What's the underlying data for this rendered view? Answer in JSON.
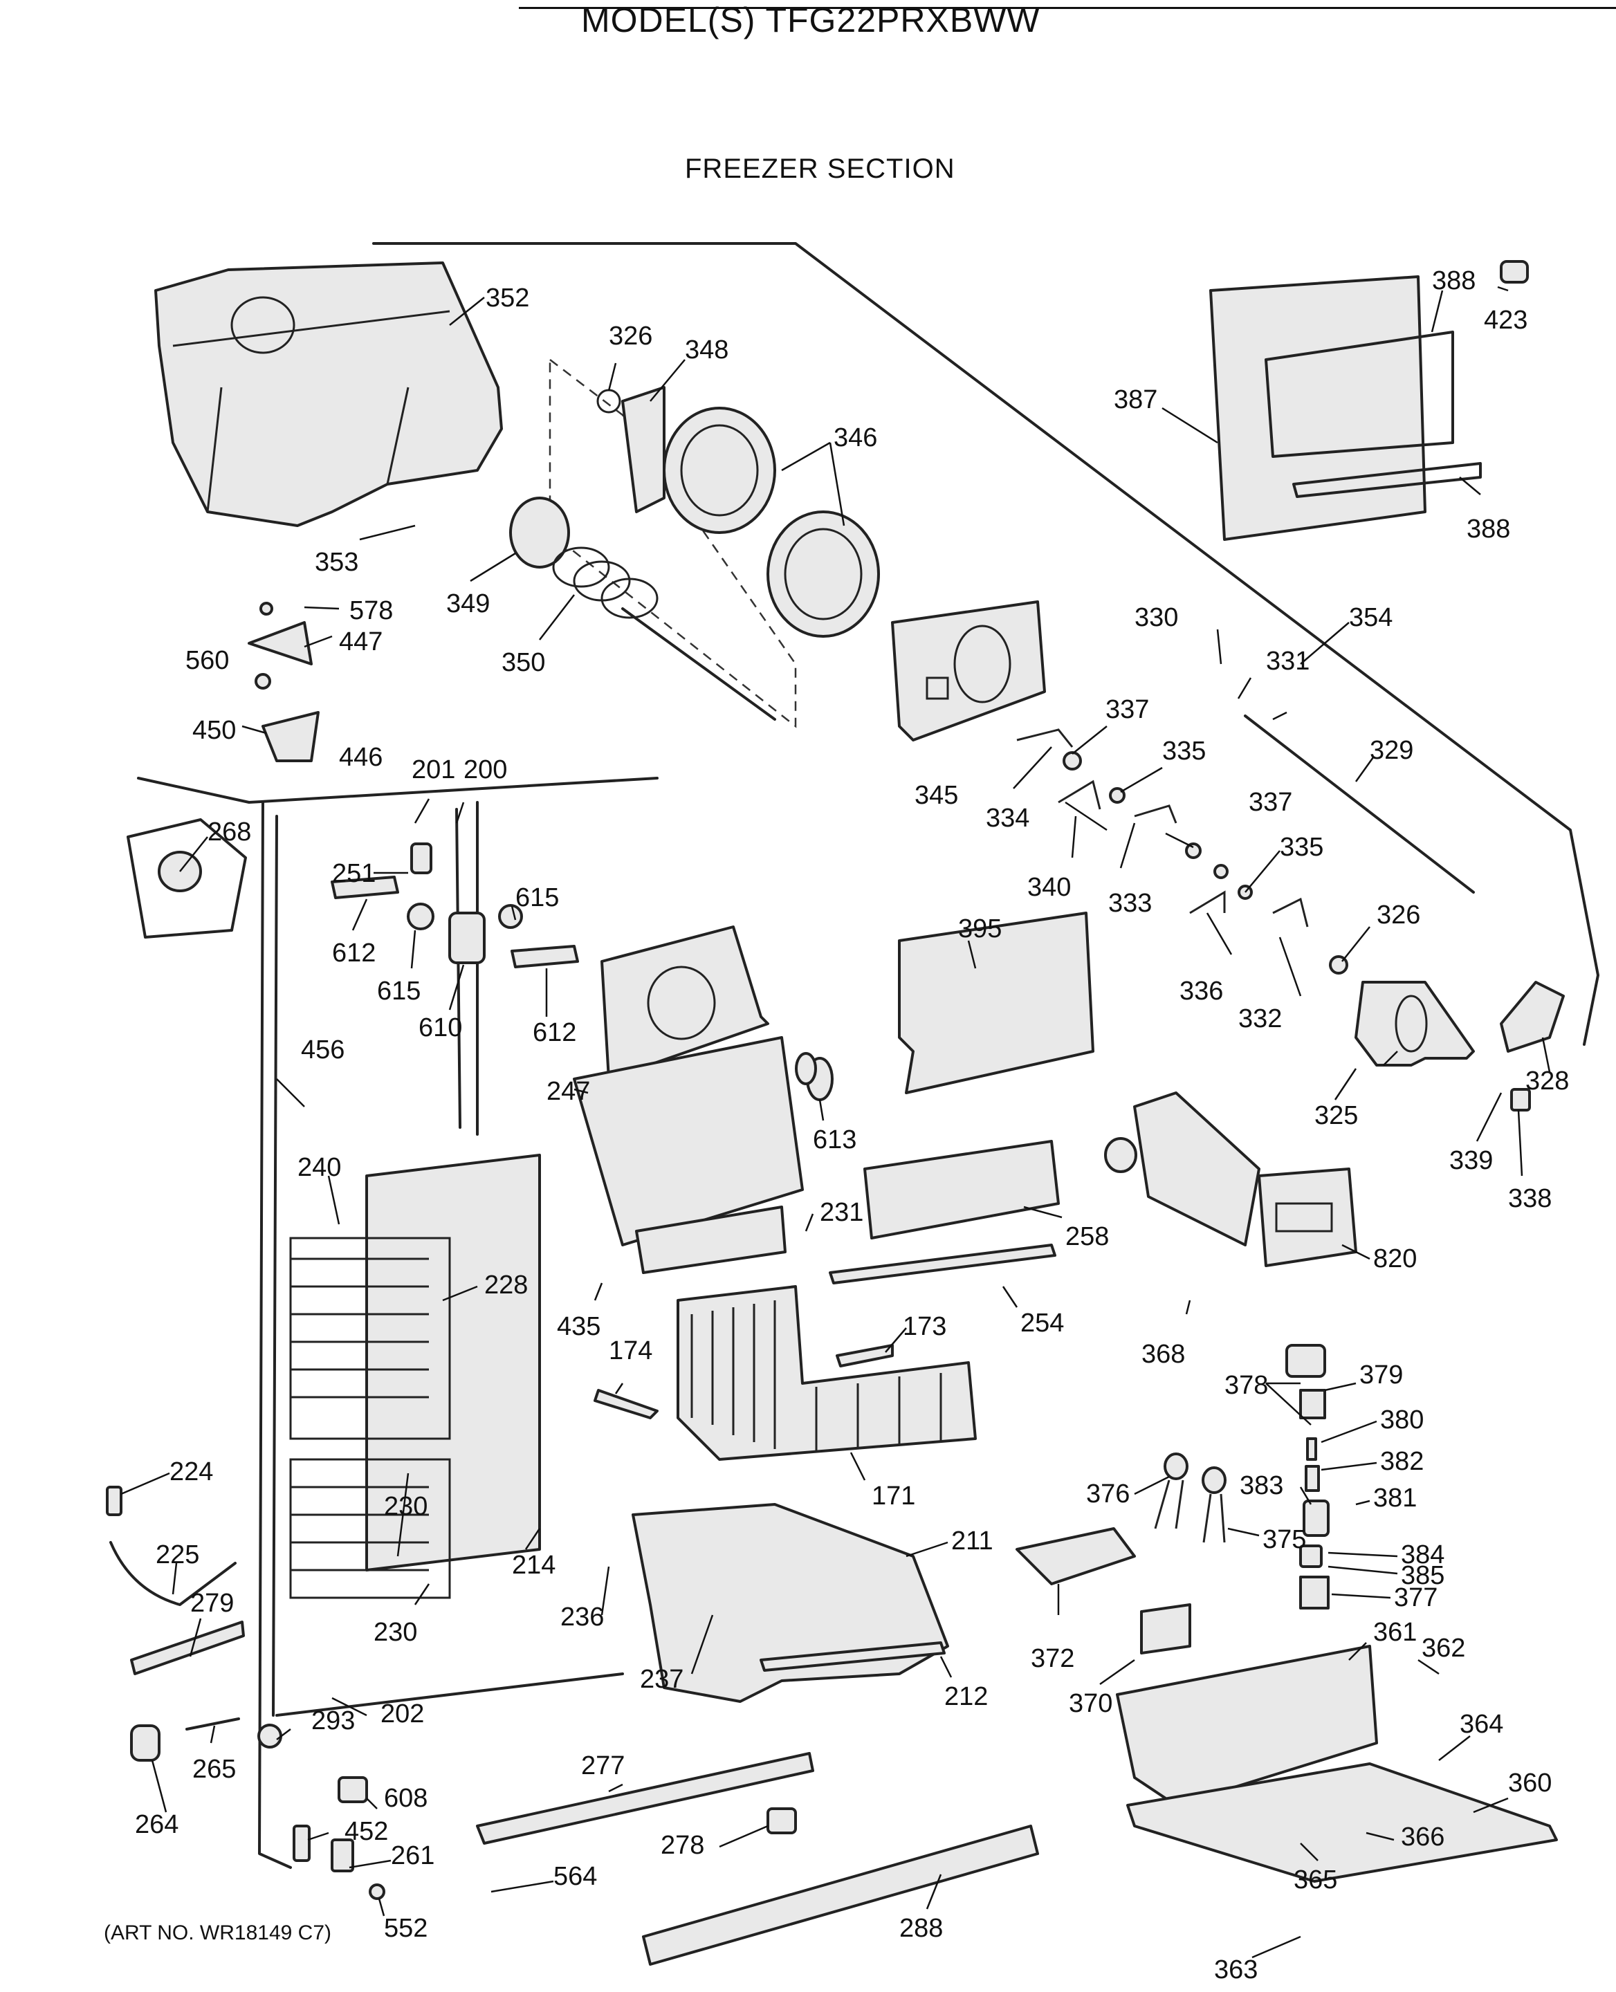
{
  "header": {
    "model": "MODEL(S) TFG22PRXBWW",
    "section": "FREEZER SECTION"
  },
  "footer": {
    "art_no": "(ART NO. WR18149 C7)"
  },
  "callouts": {
    "p352": "352",
    "p326a": "326",
    "p348": "348",
    "p346": "346",
    "p388a": "388",
    "p423": "423",
    "p387": "387",
    "p388b": "388",
    "p353": "353",
    "p349": "349",
    "p350": "350",
    "p578": "578",
    "p447": "447",
    "p560": "560",
    "p450": "450",
    "p446": "446",
    "p330": "330",
    "p354": "354",
    "p331": "331",
    "p337a": "337",
    "p345": "345",
    "p329": "329",
    "p335a": "335",
    "p334": "334",
    "p201": "201",
    "p200": "200",
    "p268": "268",
    "p340": "340",
    "p337b": "337",
    "p333": "333",
    "p335b": "335",
    "p251": "251",
    "p615a": "615",
    "p612a": "612",
    "p615b": "615",
    "p610": "610",
    "p612b": "612",
    "p395": "395",
    "p326b": "326",
    "p336": "336",
    "p332": "332",
    "p456": "456",
    "p247": "247",
    "p613": "613",
    "p325": "325",
    "p328": "328",
    "p339": "339",
    "p338": "338",
    "p240": "240",
    "p231": "231",
    "p258": "258",
    "p820": "820",
    "p228": "228",
    "p435": "435",
    "p173": "173",
    "p254": "254",
    "p368": "368",
    "p174": "174",
    "p378": "378",
    "p379": "379",
    "p380": "380",
    "p382": "382",
    "p171": "171",
    "p224": "224",
    "p376": "376",
    "p383": "383",
    "p381": "381",
    "p230a": "230",
    "p375": "375",
    "p225": "225",
    "p211": "211",
    "p384": "384",
    "p214": "214",
    "p385": "385",
    "p279": "279",
    "p236": "236",
    "p377": "377",
    "p230b": "230",
    "p361": "361",
    "p362": "362",
    "p372": "372",
    "p237": "237",
    "p212": "212",
    "p370": "370",
    "p202": "202",
    "p364": "364",
    "p293": "293",
    "p265": "265",
    "p277": "277",
    "p360": "360",
    "p608": "608",
    "p264": "264",
    "p452": "452",
    "p366": "366",
    "p278": "278",
    "p261": "261",
    "p365": "365",
    "p564": "564",
    "p288": "288",
    "p552": "552",
    "p363": "363"
  }
}
